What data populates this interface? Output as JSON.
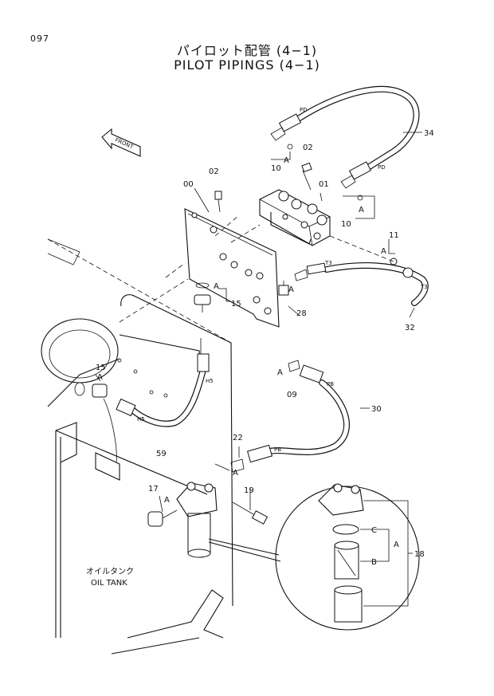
{
  "page_number": "097",
  "title_jp": "パイロット配管 (4−1)",
  "title_en": "PILOT PIPINGS (4−1)",
  "front_label": "FRONT",
  "oil_tank_jp": "オイルタンク",
  "oil_tank_en": "OIL TANK",
  "callouts": {
    "c00": "00",
    "c01": "01",
    "c02a": "02",
    "c02b": "02",
    "c09": "09",
    "c10a": "10",
    "c10b": "10",
    "c11": "11",
    "c15a": "15",
    "c15b": "15",
    "c17": "17",
    "c18": "18",
    "c19": "19",
    "c22": "22",
    "c28": "28",
    "c30": "30",
    "c32": "32",
    "c34": "34",
    "c59": "59"
  },
  "letters": {
    "a1": "A",
    "a2": "A",
    "a3": "A",
    "a4": "A",
    "a5": "A",
    "a6": "A",
    "a7": "A",
    "a8": "A",
    "a9": "A",
    "a10": "A",
    "b1": "B",
    "c1": "C"
  },
  "port_labels": {
    "pd1": "PD",
    "pd2": "PD",
    "t3a": "T3",
    "t3b": "T3",
    "pba": "PB",
    "pbb": "PB",
    "h5a": "H5",
    "h5b": "H5"
  }
}
